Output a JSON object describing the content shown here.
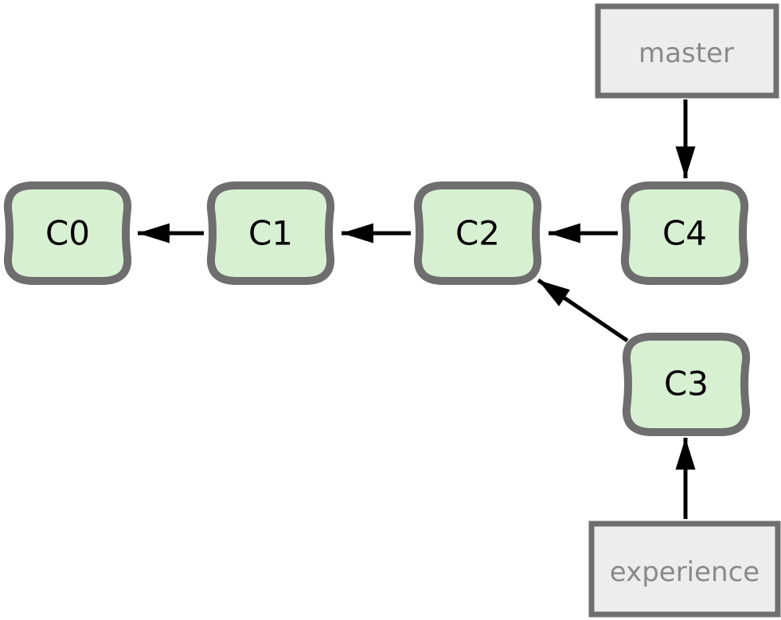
{
  "diagram": {
    "type": "git-commit-graph",
    "background": "#ffffff",
    "colors": {
      "commit_fill": "#d8f0d2",
      "commit_border": "#6e6e6e",
      "commit_text": "#000000",
      "branch_box_fill": "#ededed",
      "branch_box_border": "#6f6f6f",
      "branch_text": "#8a8a8a",
      "arrow": "#000000"
    },
    "commits": [
      {
        "id": "C0",
        "label": "C0"
      },
      {
        "id": "C1",
        "label": "C1"
      },
      {
        "id": "C2",
        "label": "C2"
      },
      {
        "id": "C3",
        "label": "C3"
      },
      {
        "id": "C4",
        "label": "C4"
      }
    ],
    "branches": [
      {
        "label": "master",
        "points_to": "C4"
      },
      {
        "label": "experience",
        "points_to": "C3"
      }
    ],
    "edges": [
      {
        "from": "C1",
        "to": "C0"
      },
      {
        "from": "C2",
        "to": "C1"
      },
      {
        "from": "C4",
        "to": "C2"
      },
      {
        "from": "C3",
        "to": "C2"
      },
      {
        "from": "master",
        "to": "C4"
      },
      {
        "from": "experience",
        "to": "C3"
      }
    ]
  }
}
